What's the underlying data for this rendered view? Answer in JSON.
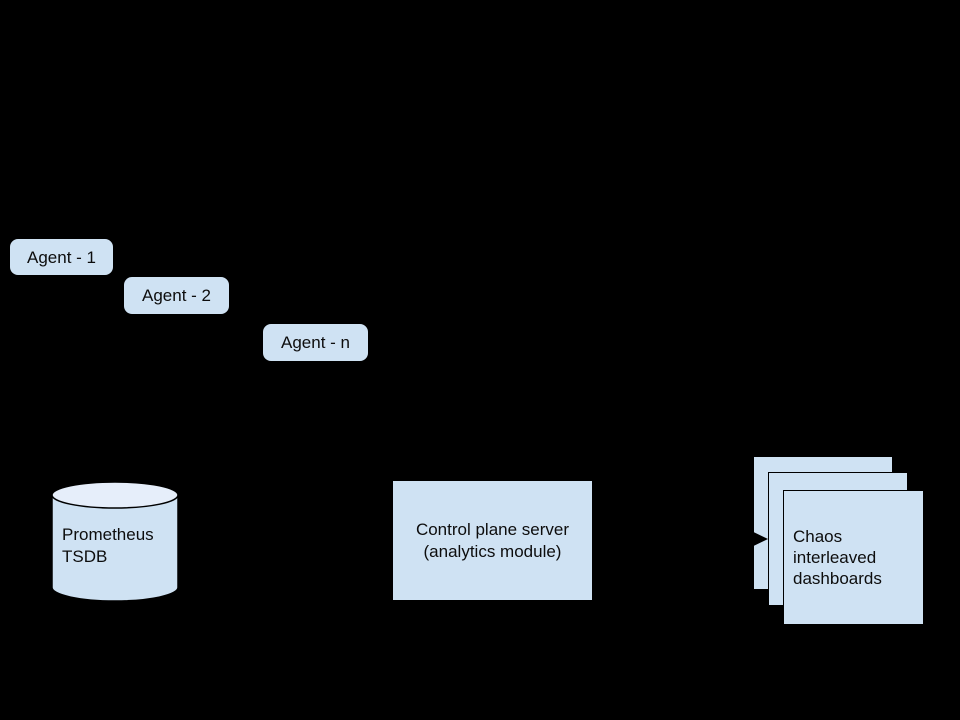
{
  "diagram": {
    "background_color": "#000000",
    "shape_fill_color": "#cfe2f3",
    "cylinder_top_fill_color": "#e6eefa",
    "outline_color": "#000000",
    "text_color": "#0d0d0d"
  },
  "agents": [
    {
      "label": "Agent - 1"
    },
    {
      "label": "Agent - 2"
    },
    {
      "label": "Agent - n"
    }
  ],
  "database": {
    "lines": [
      "Prometheus",
      "TSDB"
    ]
  },
  "server": {
    "lines": [
      "Control plane server",
      "(analytics module)"
    ]
  },
  "dashboards": {
    "stack_count": 3,
    "lines": [
      "Chaos",
      "interleaved",
      "dashboards"
    ]
  }
}
